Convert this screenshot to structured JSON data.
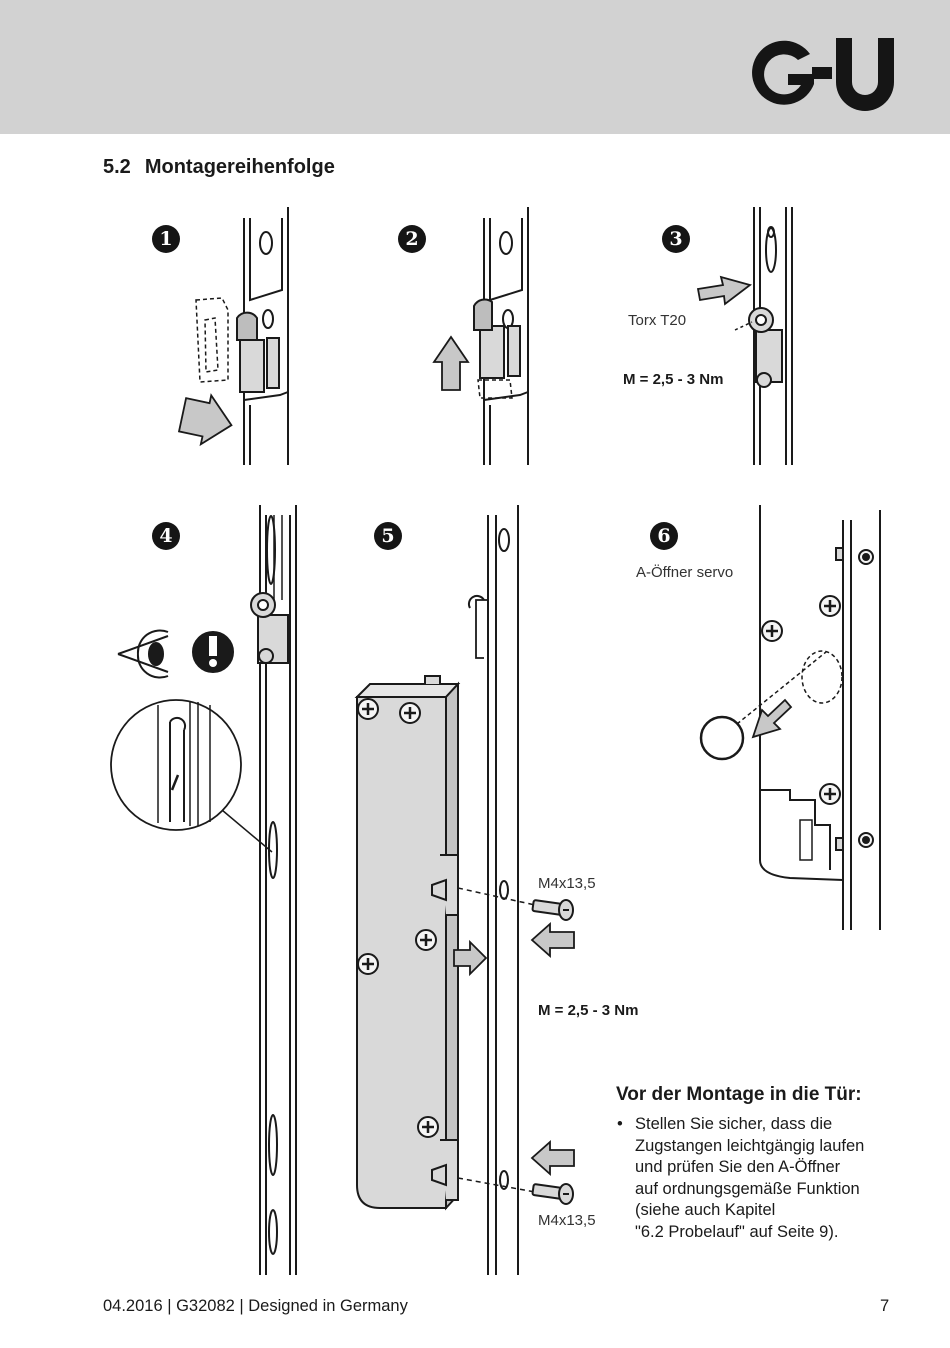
{
  "header": {
    "brand": "G-U",
    "logo_icon": "gu-logo",
    "band_color": "#d2d2d2"
  },
  "section": {
    "number": "5.2",
    "title": "Montagereihenfolge"
  },
  "steps": [
    {
      "badge": "1"
    },
    {
      "badge": "2",
      "icon": "arrow-up-icon"
    },
    {
      "badge": "3",
      "tool_label": "Torx T20",
      "torque_label": "M = 2,5 - 3 Nm"
    },
    {
      "badge": "4",
      "icons": [
        "eye-icon",
        "exclamation-icon"
      ]
    },
    {
      "badge": "5",
      "screw_label_top": "M4x13,5",
      "torque_label": "M = 2,5 - 3 Nm",
      "screw_label_bottom": "M4x13,5"
    },
    {
      "badge": "6",
      "label": "A-Öffner servo"
    }
  ],
  "note": {
    "title": "Vor der Montage in die Tür:",
    "bullet": "•",
    "lines": [
      "Stellen Sie sicher, dass die",
      "Zugstangen leichtgängig laufen",
      "und prüfen Sie den A-Öffner",
      "auf ordnungsgemäße Funktion",
      "(siehe auch Kapitel",
      "\"6.2 Probelauf\" auf Seite 9)."
    ]
  },
  "footer": {
    "left": "04.2016 | G32082 | Designed in Germany",
    "page": "7"
  },
  "colors": {
    "part_fill": "#d9d9d9",
    "arrow_fill": "#c8c8c8",
    "line": "#1a1a1a"
  }
}
